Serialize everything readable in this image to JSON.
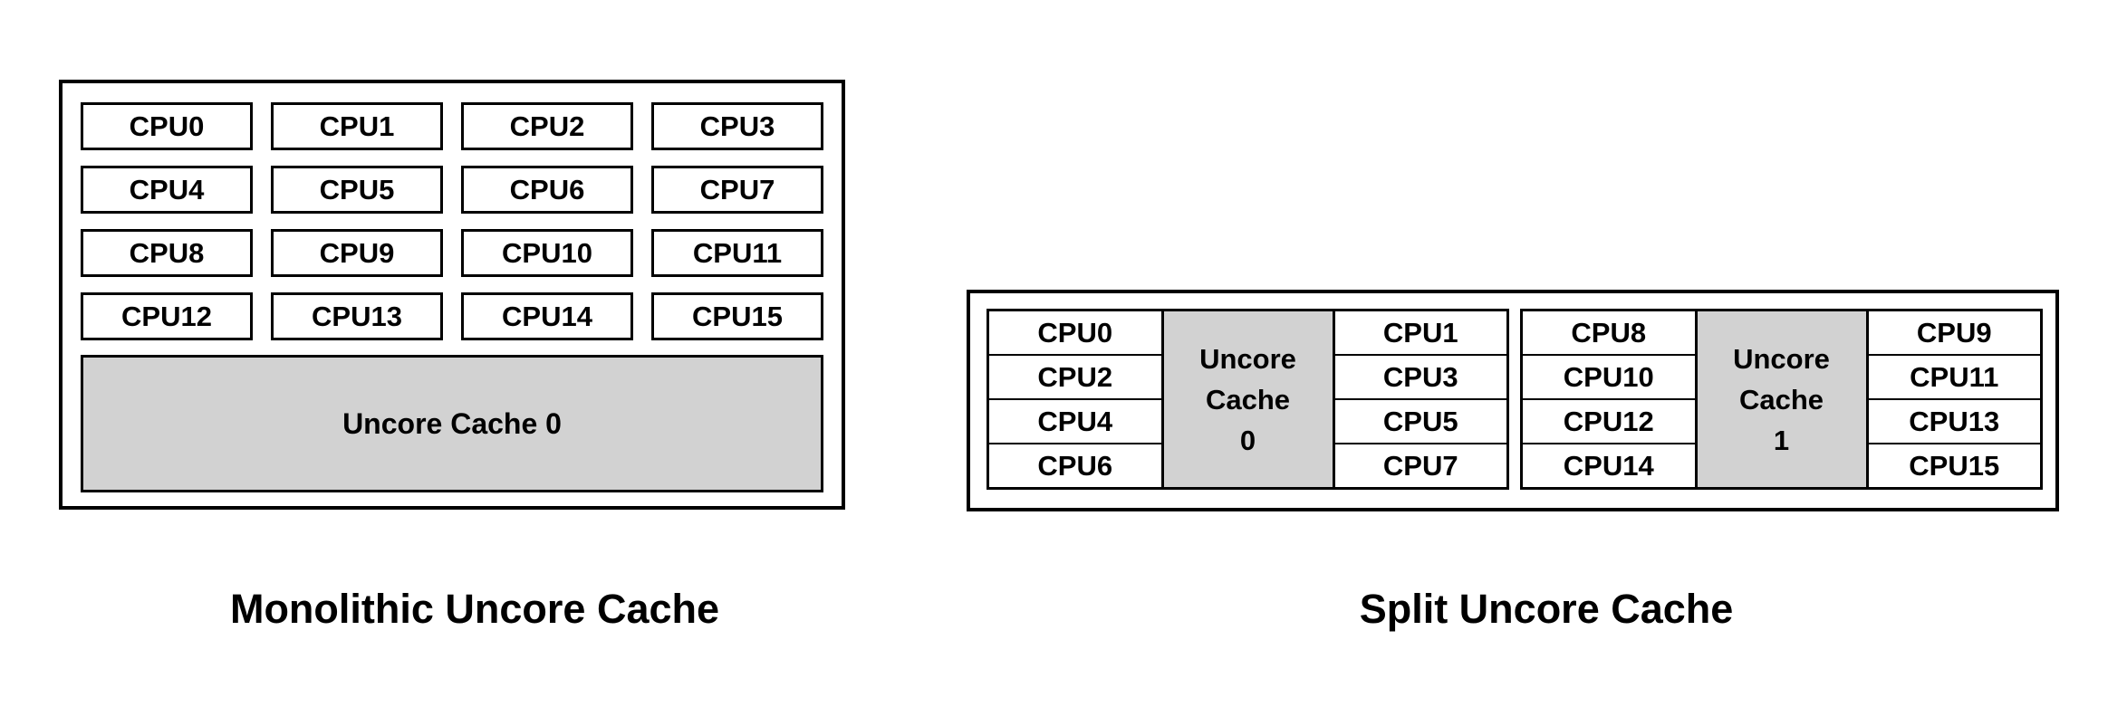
{
  "colors": {
    "background": "#ffffff",
    "border": "#000000",
    "cache_fill": "#d2d2d2",
    "cpu_fill": "#ffffff",
    "text": "#000000"
  },
  "monolithic": {
    "caption": "Monolithic Uncore Cache",
    "cache_label": "Uncore Cache 0",
    "cpus": [
      "CPU0",
      "CPU1",
      "CPU2",
      "CPU3",
      "CPU4",
      "CPU5",
      "CPU6",
      "CPU7",
      "CPU8",
      "CPU9",
      "CPU10",
      "CPU11",
      "CPU12",
      "CPU13",
      "CPU14",
      "CPU15"
    ]
  },
  "split": {
    "caption": "Split Uncore Cache",
    "clusters": [
      {
        "left_cpus": [
          "CPU0",
          "CPU2",
          "CPU4",
          "CPU6"
        ],
        "cache_lines": [
          "Uncore",
          "Cache",
          "0"
        ],
        "right_cpus": [
          "CPU1",
          "CPU3",
          "CPU5",
          "CPU7"
        ]
      },
      {
        "left_cpus": [
          "CPU8",
          "CPU10",
          "CPU12",
          "CPU14"
        ],
        "cache_lines": [
          "Uncore",
          "Cache",
          "1"
        ],
        "right_cpus": [
          "CPU9",
          "CPU11",
          "CPU13",
          "CPU15"
        ]
      }
    ]
  }
}
